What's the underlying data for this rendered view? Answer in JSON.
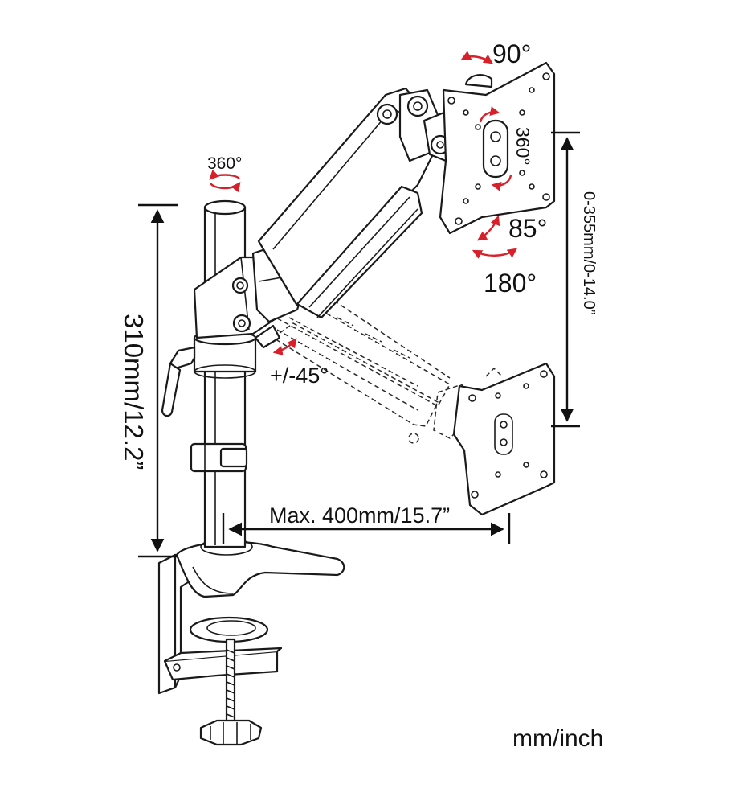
{
  "labels": {
    "rotate_pole": "360°",
    "tilt_top": "90°",
    "rotate_plate": "360°",
    "tilt_85": "85°",
    "swivel_180": "180°",
    "tilt_45": "+/-45°",
    "height_pole": "310mm/12.2”",
    "height_range": "0-355mm/0-14.0”",
    "reach": "Max. 400mm/15.7”",
    "units": "mm/inch"
  },
  "colors": {
    "line": "#1a1a1a",
    "accent_arrow": "#d8202a",
    "background": "#ffffff"
  }
}
